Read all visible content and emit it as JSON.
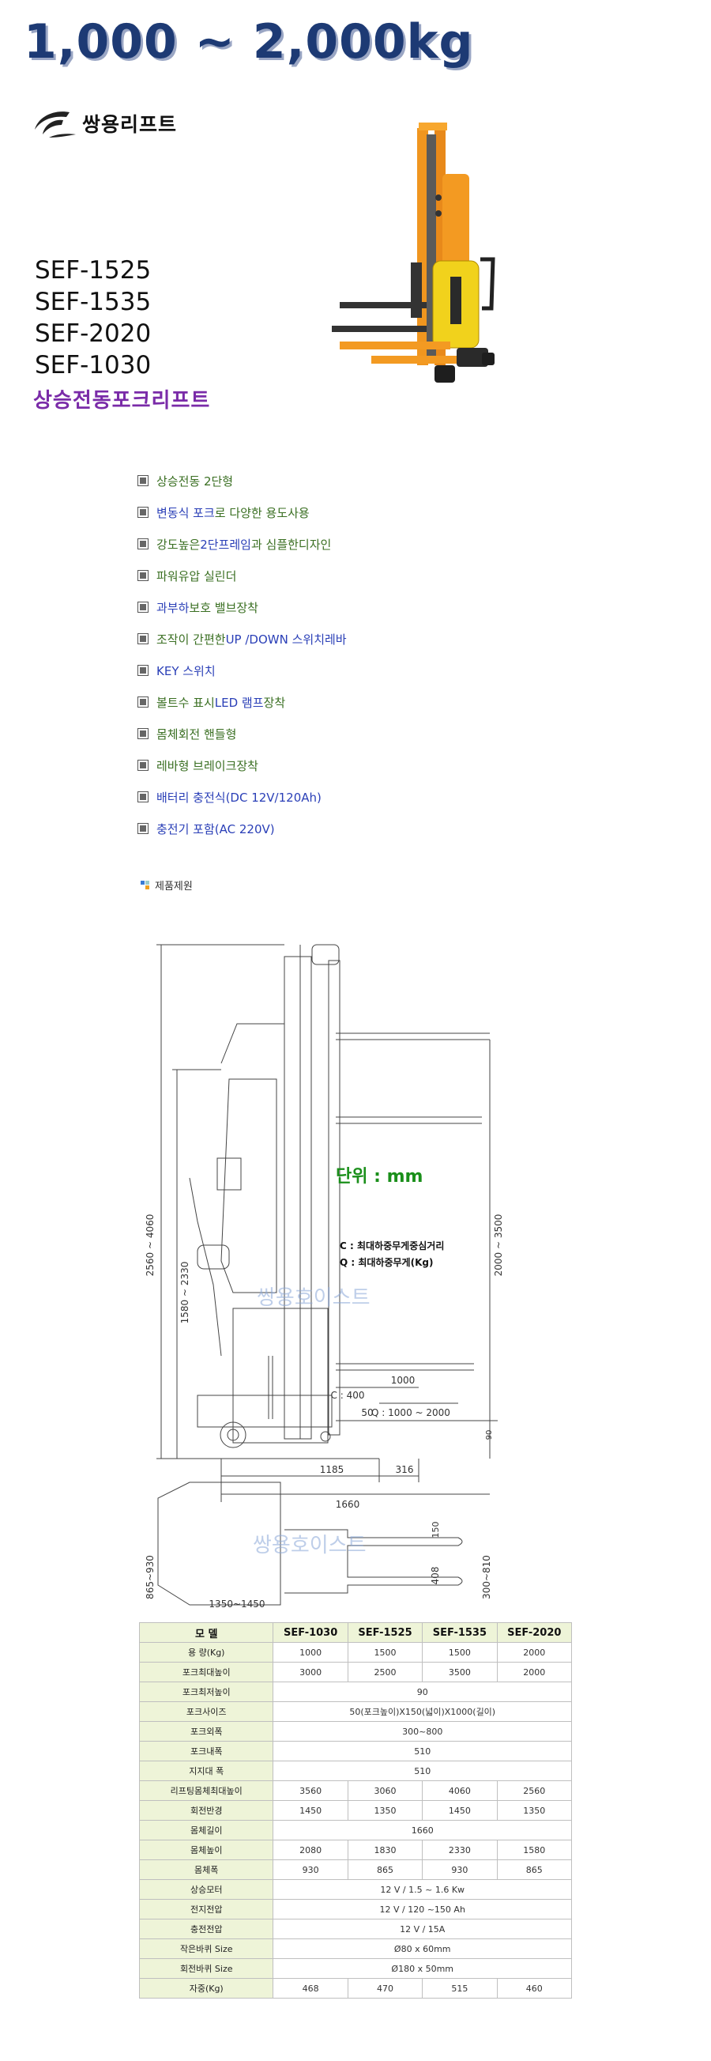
{
  "header": {
    "capacity": "1,000 ~ 2,000kg",
    "brand": "쌍용리프트"
  },
  "models": [
    "SEF-1525",
    "SEF-1535",
    "SEF-2020",
    "SEF-1030"
  ],
  "subtitle": "상승전동포크리프트",
  "features": [
    {
      "parts": [
        {
          "t": "상승전동 2단형",
          "c": "green"
        }
      ]
    },
    {
      "parts": [
        {
          "t": "변동식 포크",
          "c": "blue"
        },
        {
          "t": "로 다양한 용도사용",
          "c": "green"
        }
      ]
    },
    {
      "parts": [
        {
          "t": "강도높은 ",
          "c": "green"
        },
        {
          "t": "2단프레임",
          "c": "blue"
        },
        {
          "t": "과 심플한디자인",
          "c": "green"
        }
      ]
    },
    {
      "parts": [
        {
          "t": "파워유압 실린더",
          "c": "green"
        }
      ]
    },
    {
      "parts": [
        {
          "t": "과부하",
          "c": "blue"
        },
        {
          "t": " 보호 밸브장착",
          "c": "green"
        }
      ]
    },
    {
      "parts": [
        {
          "t": "조작이 간편한 ",
          "c": "green"
        },
        {
          "t": "UP /DOWN 스위치레바",
          "c": "blue"
        }
      ]
    },
    {
      "parts": [
        {
          "t": "KEY 스위치",
          "c": "blue"
        }
      ]
    },
    {
      "parts": [
        {
          "t": "볼트수 표시 ",
          "c": "green"
        },
        {
          "t": "LED 램프",
          "c": "blue"
        },
        {
          "t": " 장착",
          "c": "green"
        }
      ]
    },
    {
      "parts": [
        {
          "t": "몸체회전 핸들형",
          "c": "green"
        }
      ]
    },
    {
      "parts": [
        {
          "t": "레바형 브레이크장착",
          "c": "green"
        }
      ]
    },
    {
      "parts": [
        {
          "t": "배터리 충전식(DC 12V/120Ah)",
          "c": "blue"
        }
      ]
    },
    {
      "parts": [
        {
          "t": "충전기 포함(AC 220V)",
          "c": "blue"
        }
      ]
    }
  ],
  "spec_heading": "제품제원",
  "diagram": {
    "unit": "단위 : mm",
    "legend_c": "C : 최대하중무게중심거리",
    "legend_q": "Q : 최대하중무게(Kg)",
    "watermark": "쌍용호이스트",
    "dims": {
      "h_total": "2560 ~ 4060",
      "h_mast": "1580 ~ 2330",
      "h_lift": "2000 ~ 3500",
      "fork_len": "1000",
      "c": "C : 400",
      "q": "Q : 1000 ~ 2000",
      "fork_h": "50",
      "fork_low": "90",
      "body": "1185",
      "front": "316",
      "length": "1660",
      "width": "865~930",
      "fork_w": "150",
      "inner": "408",
      "outer": "300~810",
      "turn": "1350~1450"
    }
  },
  "table": {
    "headers": [
      "모 델",
      "SEF-1030",
      "SEF-1525",
      "SEF-1535",
      "SEF-2020"
    ],
    "rows": [
      {
        "label": "용 량(Kg)",
        "values": [
          "1000",
          "1500",
          "1500",
          "2000"
        ]
      },
      {
        "label": "포크최대높이",
        "values": [
          "3000",
          "2500",
          "3500",
          "2000"
        ]
      },
      {
        "label": "포크최저높이",
        "merged": "90"
      },
      {
        "label": "포크사이즈",
        "merged": "50(포크높이)X150(넓이)X1000(길이)"
      },
      {
        "label": "포크외폭",
        "merged": "300~800"
      },
      {
        "label": "포크내폭",
        "merged": "510"
      },
      {
        "label": "지지대 폭",
        "merged": "510"
      },
      {
        "label": "리프팅몸체최대높이",
        "values": [
          "3560",
          "3060",
          "4060",
          "2560"
        ]
      },
      {
        "label": "회전반경",
        "values": [
          "1450",
          "1350",
          "1450",
          "1350"
        ]
      },
      {
        "label": "몸체길이",
        "merged": "1660"
      },
      {
        "label": "몸체높이",
        "values": [
          "2080",
          "1830",
          "2330",
          "1580"
        ]
      },
      {
        "label": "몸체폭",
        "values": [
          "930",
          "865",
          "930",
          "865"
        ]
      },
      {
        "label": "상승모터",
        "merged": "12 V / 1.5 ~ 1.6 Kw"
      },
      {
        "label": "전지전압",
        "merged": "12 V  / 120 ~150 Ah"
      },
      {
        "label": "충전전압",
        "merged": "12 V / 15A"
      },
      {
        "label": "작은바퀴 Size",
        "merged": "Ø80 x 60mm"
      },
      {
        "label": "회전바퀴 Size",
        "merged": "Ø180 x 50mm"
      },
      {
        "label": "자중(Kg)",
        "values": [
          "468",
          "470",
          "515",
          "460"
        ]
      }
    ]
  }
}
